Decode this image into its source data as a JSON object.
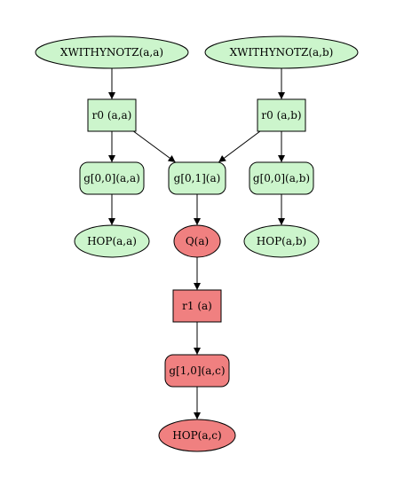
{
  "colors": {
    "green_fill": "#ccf5cc",
    "red_fill": "#f08080",
    "stroke": "#000000",
    "edge": "#000000"
  },
  "nodes": {
    "xw_aa": {
      "label": "XWITHYNOTZ(a,a)",
      "shape": "ellipse",
      "fill": "green"
    },
    "xw_ab": {
      "label": "XWITHYNOTZ(a,b)",
      "shape": "ellipse",
      "fill": "green"
    },
    "r0_aa": {
      "label": "r0 (a,a)",
      "shape": "box",
      "fill": "green"
    },
    "r0_ab": {
      "label": "r0 (a,b)",
      "shape": "box",
      "fill": "green"
    },
    "g00_aa": {
      "label": "g[0,0](a,a)",
      "shape": "rounded-box",
      "fill": "green"
    },
    "g01_a": {
      "label": "g[0,1](a)",
      "shape": "rounded-box",
      "fill": "green"
    },
    "g00_ab": {
      "label": "g[0,0](a,b)",
      "shape": "rounded-box",
      "fill": "green"
    },
    "hop_aa": {
      "label": "HOP(a,a)",
      "shape": "ellipse",
      "fill": "green"
    },
    "q_a": {
      "label": "Q(a)",
      "shape": "ellipse",
      "fill": "red"
    },
    "hop_ab": {
      "label": "HOP(a,b)",
      "shape": "ellipse",
      "fill": "green"
    },
    "r1_a": {
      "label": "r1 (a)",
      "shape": "box",
      "fill": "red"
    },
    "g10_ac": {
      "label": "g[1,0](a,c)",
      "shape": "rounded-box",
      "fill": "red"
    },
    "hop_ac": {
      "label": "HOP(a,c)",
      "shape": "ellipse",
      "fill": "red"
    }
  },
  "edges": [
    {
      "from": "xw_aa",
      "to": "r0_aa"
    },
    {
      "from": "xw_ab",
      "to": "r0_ab"
    },
    {
      "from": "r0_aa",
      "to": "g00_aa"
    },
    {
      "from": "r0_aa",
      "to": "g01_a"
    },
    {
      "from": "r0_ab",
      "to": "g01_a"
    },
    {
      "from": "r0_ab",
      "to": "g00_ab"
    },
    {
      "from": "g00_aa",
      "to": "hop_aa"
    },
    {
      "from": "g01_a",
      "to": "q_a"
    },
    {
      "from": "g00_ab",
      "to": "hop_ab"
    },
    {
      "from": "q_a",
      "to": "r1_a"
    },
    {
      "from": "r1_a",
      "to": "g10_ac"
    },
    {
      "from": "g10_ac",
      "to": "hop_ac"
    }
  ]
}
